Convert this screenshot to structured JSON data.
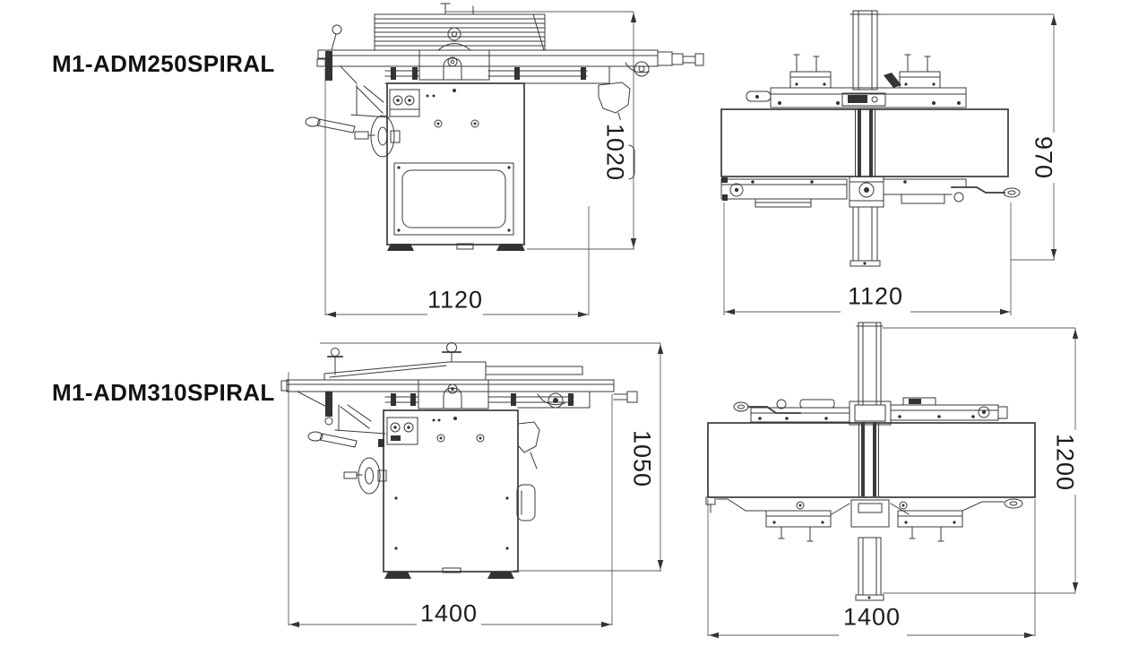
{
  "sheet": {
    "background_color": "#ffffff",
    "line_color": "#3a3a3a",
    "dimension_line_color": "#5c5c5c",
    "text_color": "#1c1c1c"
  },
  "machines": [
    {
      "model": "M1-ADM250SPIRAL",
      "front_view": {
        "height_dim": "1020",
        "width_dim": "1120"
      },
      "top_view": {
        "height_dim": "970",
        "width_dim": "1120"
      }
    },
    {
      "model": "M1-ADM310SPIRAL",
      "front_view": {
        "height_dim": "1050",
        "width_dim": "1400"
      },
      "top_view": {
        "height_dim": "1200",
        "width_dim": "1400"
      }
    }
  ]
}
